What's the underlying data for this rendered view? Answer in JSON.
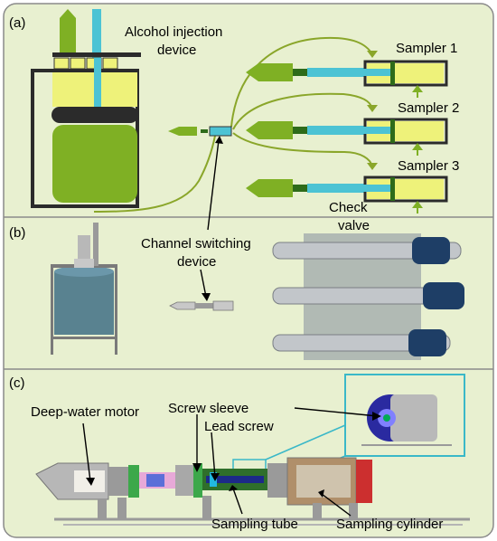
{
  "panels": {
    "a": "(a)",
    "b": "(b)",
    "c": "(c)"
  },
  "labels": {
    "alcohol_line1": "Alcohol injection",
    "alcohol_line2": "device",
    "sampler1": "Sampler 1",
    "sampler2": "Sampler 2",
    "sampler3": "Sampler 3",
    "check_line1": "Check",
    "check_line2": "valve",
    "channel_line1": "Channel switching",
    "channel_line2": "device",
    "deep_water_motor": "Deep-water motor",
    "screw_sleeve": "Screw sleeve",
    "lead_screw": "Lead screw",
    "sampling_tube": "Sampling tube",
    "sampling_cylinder": "Sampling cylinder"
  },
  "colors": {
    "background": "#e8f0d0",
    "frame": "#8a8a8a",
    "tube_line": "#8aa62a",
    "dark_green": "#2e6b1a",
    "mid_green": "#7fb024",
    "light_yellow": "#eef27a",
    "cyan": "#4cc3d4",
    "navy": "#1c2a55",
    "highlight_box": "#3ab8c8"
  }
}
